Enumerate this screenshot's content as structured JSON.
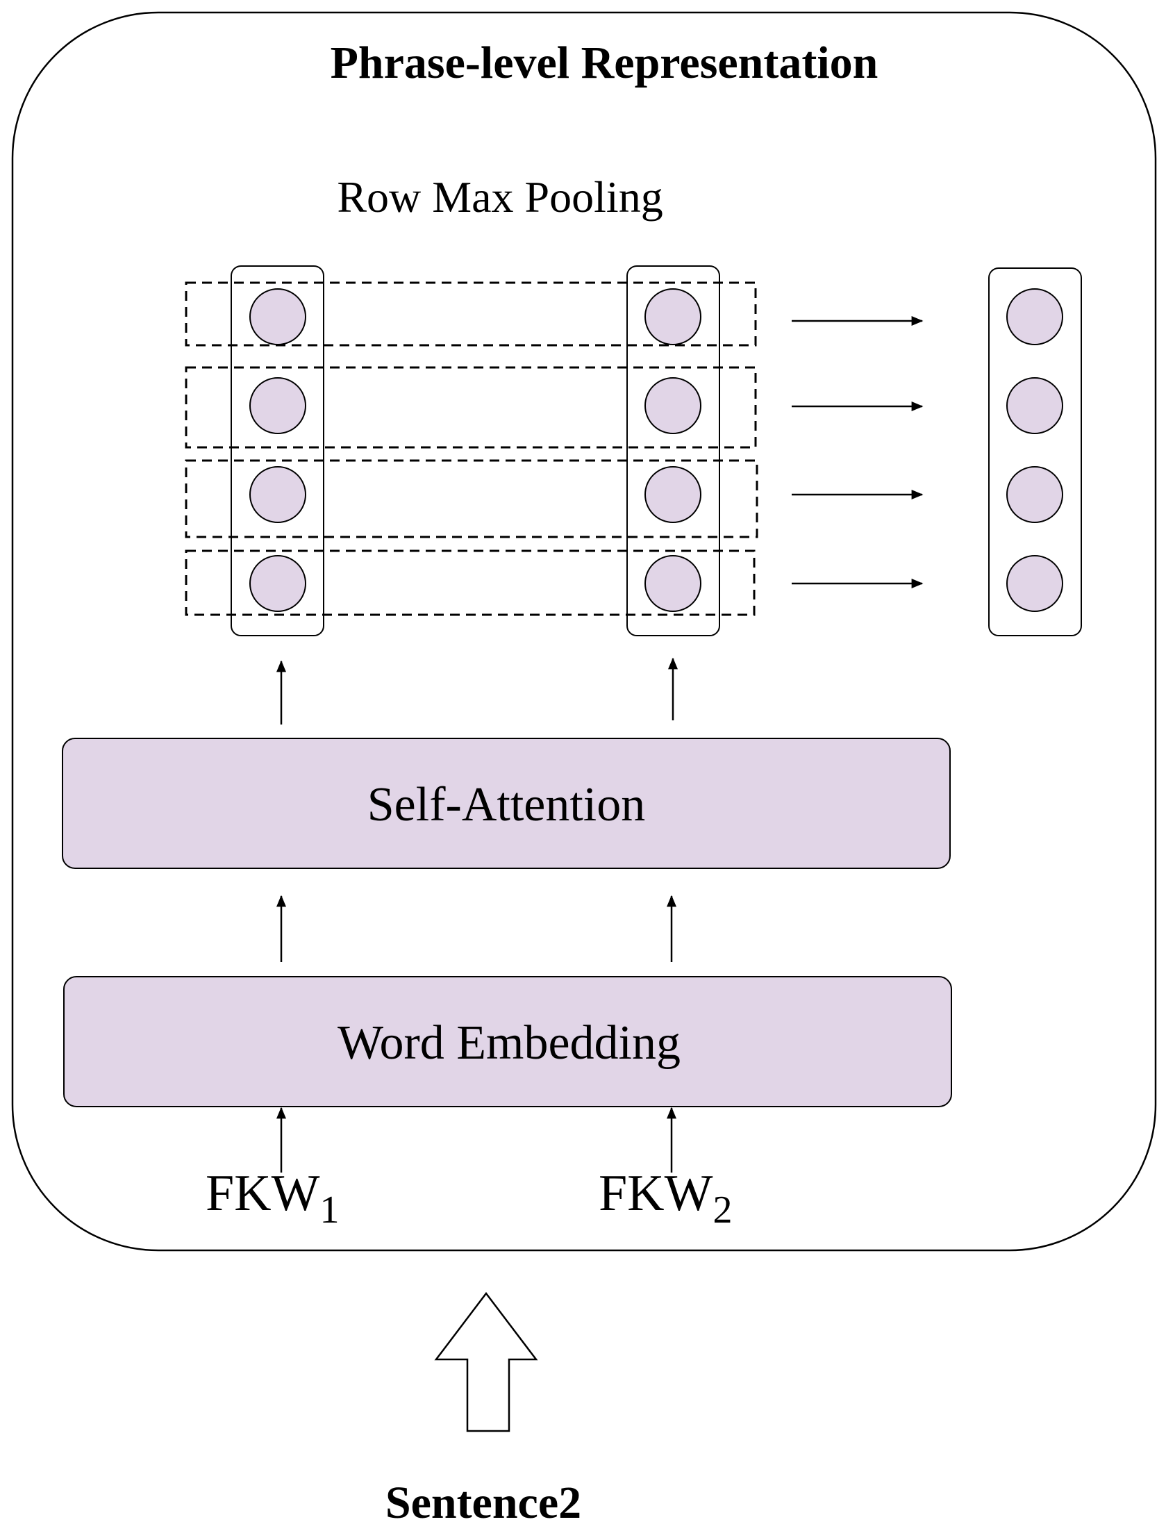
{
  "title": "Phrase-level Representation",
  "pooling_label": "Row Max Pooling",
  "layers": {
    "self_attention": "Self-Attention",
    "word_embedding": "Word Embedding"
  },
  "inputs": [
    {
      "base": "FKW",
      "sub": "1"
    },
    {
      "base": "FKW",
      "sub": "2"
    }
  ],
  "bottom_label": "Sentence2",
  "colors": {
    "node_fill": "#e1d5e7",
    "stroke": "#000000",
    "background": "#ffffff"
  }
}
